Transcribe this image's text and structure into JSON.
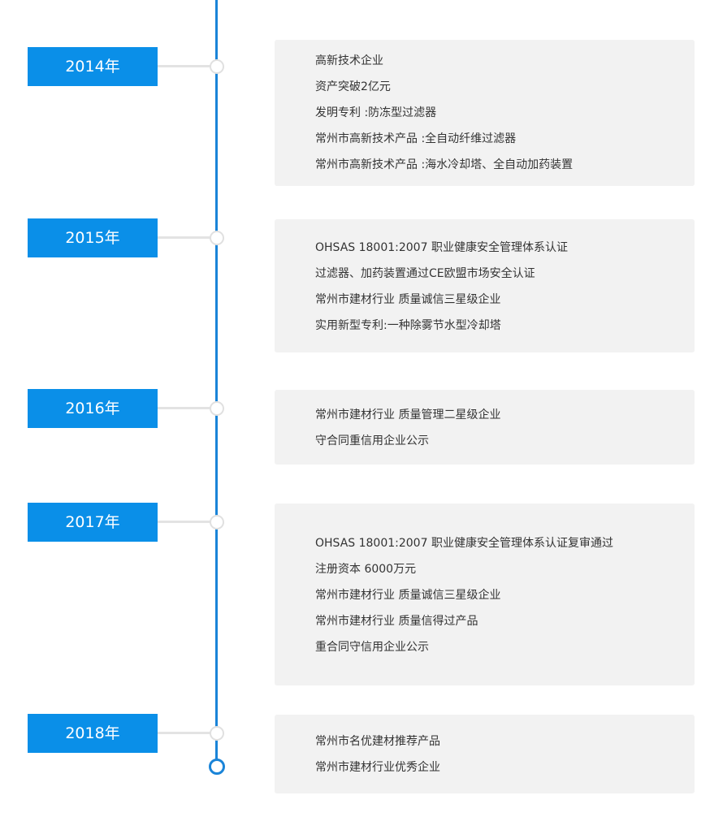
{
  "timeline": {
    "entries": [
      {
        "year": "2014年",
        "items": [
          "高新技术企业",
          "资产突破2亿元",
          "发明专利 :防冻型过滤器",
          "常州市高新技术产品 :全自动纤维过滤器",
          "常州市高新技术产品 :海水冷却塔、全自动加药装置"
        ]
      },
      {
        "year": "2015年",
        "items": [
          "OHSAS 18001:2007 职业健康安全管理体系认证",
          "过滤器、加药装置通过CE欧盟市场安全认证",
          "常州市建材行业 质量诚信三星级企业",
          "实用新型专利:一种除雾节水型冷却塔"
        ]
      },
      {
        "year": "2016年",
        "items": [
          "常州市建材行业 质量管理二星级企业",
          "守合同重信用企业公示"
        ]
      },
      {
        "year": "2017年",
        "items": [
          "OHSAS 18001:2007 职业健康安全管理体系认证复审通过",
          "注册资本 6000万元",
          "常州市建材行业 质量诚信三星级企业",
          "常州市建材行业 质量信得过产品",
          "重合同守信用企业公示"
        ]
      },
      {
        "year": "2018年",
        "items": [
          "常州市名优建材推荐产品",
          "常州市建材行业优秀企业"
        ]
      }
    ]
  }
}
